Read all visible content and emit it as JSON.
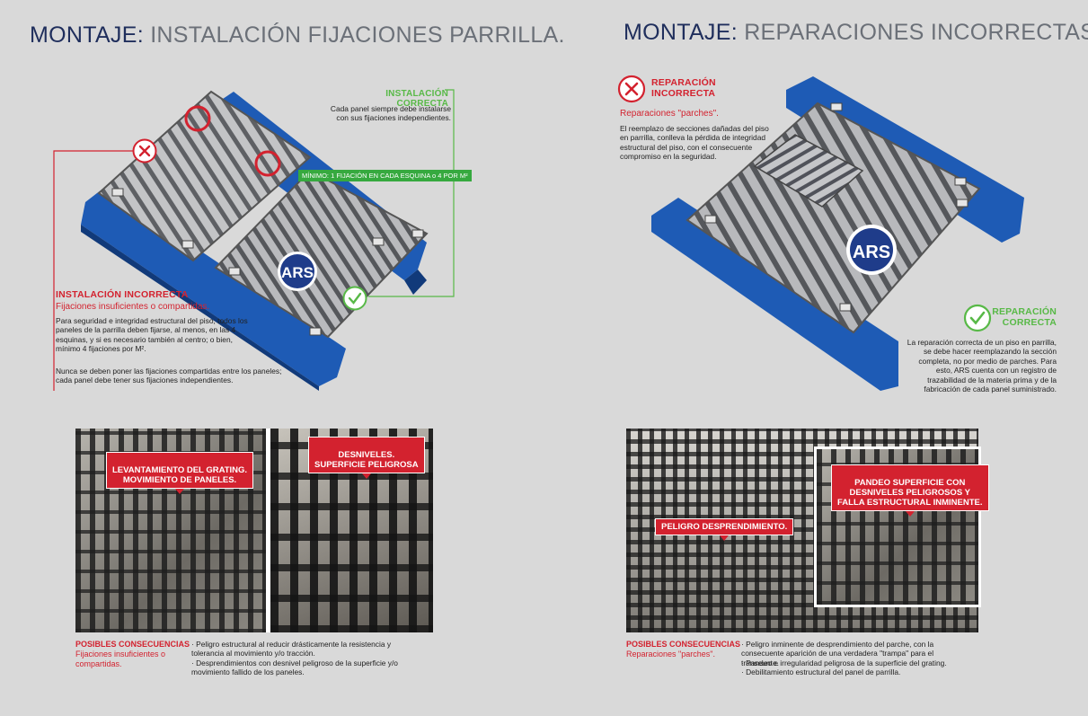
{
  "left": {
    "title_key": "MONTAJE:",
    "title_rest": "INSTALACIÓN FIJACIONES PARRILLA.",
    "correct_heading": "INSTALACIÓN CORRECTA",
    "correct_text": "Cada panel siempre debe instalarse con sus fijaciones independientes.",
    "green_tag": "MÍNIMO: 1 FIJACIÓN EN CADA ESQUINA o 4 POR M²",
    "incorrect_heading": "INSTALACIÓN INCORRECTA",
    "incorrect_sub": "Fijaciones insuficientes o compartidas.",
    "incorrect_text_1": "Para seguridad e integridad estructural del piso, todos los paneles de la parrilla deben fijarse, al menos, en las 4 esquinas, y si es necesario también al centro; o bien, mínimo 4 fijaciones por M².",
    "incorrect_text_2": "Nunca se deben poner las fijaciones compartidas entre los paneles; cada panel debe tener sus fijaciones independientes.",
    "photo_tag_1": "LEVANTAMIENTO DEL GRATING.\nMOVIMIENTO DE PANELES.",
    "photo_tag_2": "DESNIVELES.\nSUPERFICIE PELIGROSA",
    "cons_heading": "POSIBLES CONSECUENCIAS",
    "cons_sub": "Fijaciones insuficientes o compartidas.",
    "cons_item_1": "· Peligro estructural al reducir drásticamente la resistencia y tolerancia al movimiento y/o tracción.",
    "cons_item_2": "· Desprendimientos con desnivel peligroso de la superficie y/o movimiento fallido de los paneles."
  },
  "right": {
    "title_key": "MONTAJE:",
    "title_rest": "REPARACIONES INCORRECTAS.",
    "incorrect_heading": "REPARACIÓN\nINCORRECTA",
    "incorrect_sub": "Reparaciones \"parches\".",
    "incorrect_text": "El reemplazo de secciones dañadas del piso en parrilla, conlleva la pérdida de integridad estructural del piso, con el consecuente compromiso en la seguridad.",
    "correct_heading": "REPARACIÓN\nCORRECTA",
    "correct_text": "La reparación correcta de un piso en parrilla, se debe hacer reemplazando la sección completa, no por medio de parches. Para esto, ARS cuenta con un registro de trazabilidad de la materia prima y de la fabricación de cada panel suministrado.",
    "photo_tag_1": "PELIGRO DESPRENDIMIENTO.",
    "photo_tag_2": "PANDEO SUPERFICIE CON\nDESNIVELES PELIGROSOS Y\nFALLA ESTRUCTURAL INMINENTE.",
    "cons_heading": "POSIBLES CONSECUENCIAS",
    "cons_sub": "Reparaciones \"parches\".",
    "cons_item_1": "· Peligro inminente de desprendimiento del parche, con la consecuente aparición de una verdadera \"trampa\" para el transeunte.",
    "cons_item_2": "· Pandeo e irregularidad peligrosa de la superficie del grating.",
    "cons_item_3": "· Debilitamiento estructural del panel de parrilla."
  },
  "logo_text": "ARS",
  "colors": {
    "navy": "#1f2e5c",
    "red": "#d3222f",
    "green": "#58b947",
    "beam_blue": "#1e5bb5",
    "grating": "#a8a9ab"
  },
  "icons": [
    "x-circle-icon",
    "check-circle-icon",
    "ars-logo"
  ]
}
